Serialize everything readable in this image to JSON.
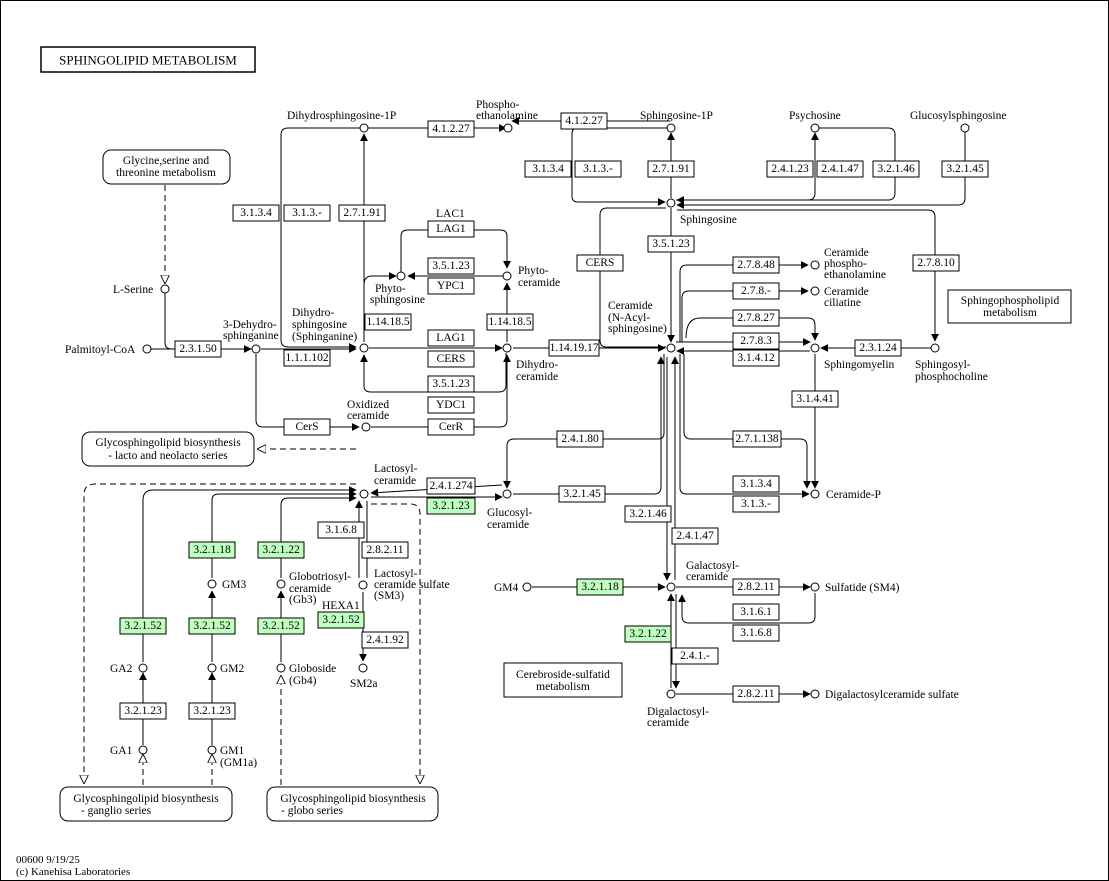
{
  "map": {
    "title": "SPHINGOLIPID  METABOLISM",
    "footer_id": "00600 9/19/25",
    "footer_copyright": "(c) Kanehisa Laboratories",
    "highlight_color": "#bfffbf",
    "border_color": "#000000"
  },
  "compounds": {
    "dihydrosphingosine_1p": "Dihydrosphingosine-1P",
    "phosphoethanolamine_1": "Phospho-",
    "phosphoethanolamine_2": "ethanolamine",
    "sphingosine_1p": "Sphingosine-1P",
    "psychosine": "Psychosine",
    "glucosylsphingosine": "Glucosylsphingosine",
    "sphingosine": "Sphingosine",
    "l_serine": "L-Serine",
    "palmitoyl_coa": "Palmitoyl-CoA",
    "dehydrosphinganine_1": "3-Dehydro-",
    "dehydrosphinganine_2": "sphinganine",
    "dihydrosphingosine_1": "Dihydro-",
    "dihydrosphingosine_2": "sphingosine",
    "dihydrosphingosine_3": "(Sphinganine)",
    "phytosphingosine_1": "Phyto-",
    "phytosphingosine_2": "sphingosine",
    "phytoceramide_1": "Phyto-",
    "phytoceramide_2": "ceramide",
    "ceramide_1": "Ceramide",
    "ceramide_2": "(N-Acyl-",
    "ceramide_3": "sphingosine)",
    "dihydroceramide_1": "Dihydro-",
    "dihydroceramide_2": "ceramide",
    "oxidized_ceramide_1": "Oxidized",
    "oxidized_ceramide_2": "ceramide",
    "ceramide_pe_1": "Ceramide",
    "ceramide_pe_2": "phospho-",
    "ceramide_pe_3": "ethanolamine",
    "ceramide_ciliatine_1": "Ceramide",
    "ceramide_ciliatine_2": "ciliatine",
    "sphingomyelin": "Sphingomyelin",
    "sphingosyl_pc_1": "Sphingosyl-",
    "sphingosyl_pc_2": "phosphocholine",
    "ceramide_p": "Ceramide-P",
    "lactosylceramide_1": "Lactosyl-",
    "lactosylceramide_2": "ceramide",
    "glucosylceramide_1": "Glucosyl-",
    "glucosylceramide_2": "ceramide",
    "gm3": "GM3",
    "gm2": "GM2",
    "gm1_1": "GM1",
    "gm1_2": "(GM1a)",
    "ga2": "GA2",
    "ga1": "GA1",
    "gb3_1": "Globotriosyl-",
    "gb3_2": "ceramide",
    "gb3_3": "(Gb3)",
    "gb4_1": "Globoside",
    "gb4_2": "(Gb4)",
    "sm3_1": "Lactosyl-",
    "sm3_2": "ceramide sulfate",
    "sm3_3": "(SM3)",
    "sm2a": "SM2a",
    "gm4": "GM4",
    "galactosylceramide_1": "Galactosyl-",
    "galactosylceramide_2": "ceramide",
    "sulfatide": "Sulfatide (SM4)",
    "digalactosylceramide_1": "Digalactosyl-",
    "digalactosylceramide_2": "ceramide",
    "digal_sulfate": "Digalactosylceramide sulfate",
    "lac1": "LAC1",
    "hexa1": "HEXA1"
  },
  "pathways": {
    "gly_ser_thr_1": "Glycine,serine and",
    "gly_ser_thr_2": "threonine metabolism",
    "gsl_lacto_1": "Glycosphingolipid biosynthesis",
    "gsl_lacto_2": "- lacto and neolacto series",
    "gsl_ganglio_1": "Glycosphingolipid biosynthesis",
    "gsl_ganglio_2": "- ganglio series",
    "gsl_globo_1": "Glycosphingolipid biosynthesis",
    "gsl_globo_2": "- globo series",
    "sphingophospholipid_1": "Sphingophospholipid",
    "sphingophospholipid_2": "metabolism",
    "cerebroside_1": "Cerebroside-sulfatid",
    "cerebroside_2": "metabolism"
  },
  "enzymes": {
    "e_41227a": "4.1.2.27",
    "e_41227b": "4.1.2.27",
    "e_3134a": "3.1.3.4",
    "e_313a": "3.1.3.-",
    "e_27191a": "2.7.1.91",
    "e_27191b": "2.7.1.91",
    "e_3134b": "3.1.3.4",
    "e_313b": "3.1.3.-",
    "e_24123": "2.4.1.23",
    "e_24147a": "2.4.1.47",
    "e_32146a": "3.2.1.46",
    "e_32145a": "3.2.1.45",
    "e_lag1a": "LAG1",
    "e_35123a": "3.5.1.23",
    "e_ypc1": "YPC1",
    "e_cers_r": "CERS",
    "e_35123b": "3.5.1.23",
    "e_27848": "2.7.8.48",
    "e_278a": "2.7.8.-",
    "e_27810": "2.7.8.10",
    "e_231150": "2.3.1.50",
    "e_11102": "1.1.1.102",
    "e_114185a": "1.14.18.5",
    "e_114185b": "1.14.18.5",
    "e_lag1b": "LAG1",
    "e_cers_l": "CERS",
    "e_1141917": "1.14.19.17",
    "e_27827": "2.7.8.27",
    "e_2783": "2.7.8.3",
    "e_31412": "3.1.4.12",
    "e_23124": "2.3.1.24",
    "e_35123c": "3.5.1.23",
    "e_ydc1": "YDC1",
    "e_cers_ox": "CerS",
    "e_cerr": "CerR",
    "e_31441": "3.1.4.41",
    "e_24180": "2.4.1.80",
    "e_271138": "2.7.1.138",
    "e_241274": "2.4.1.274",
    "e_32123a": "3.2.1.23",
    "e_32145b": "3.2.1.45",
    "e_3134c": "3.1.3.4",
    "e_313c": "3.1.3.-",
    "e_3168a": "3.1.6.8",
    "e_28211a": "2.8.2.11",
    "e_32146b": "3.2.1.46",
    "e_24147b": "2.4.1.47",
    "e_32118a": "3.2.1.18",
    "e_32122a": "3.2.1.22",
    "e_32152a": "3.2.1.52",
    "e_32152b": "3.2.1.52",
    "e_32152c": "3.2.1.52",
    "e_32152d": "3.2.1.52",
    "e_24192": "2.4.1.92",
    "e_32118b": "3.2.1.18",
    "e_28211b": "2.8.2.11",
    "e_3161": "3.1.6.1",
    "e_3168b": "3.1.6.8",
    "e_32122b": "3.2.1.22",
    "e_241": "2.4.1.-",
    "e_32123b": "3.2.1.23",
    "e_32123c": "3.2.1.23",
    "e_28211c": "2.8.2.11"
  }
}
